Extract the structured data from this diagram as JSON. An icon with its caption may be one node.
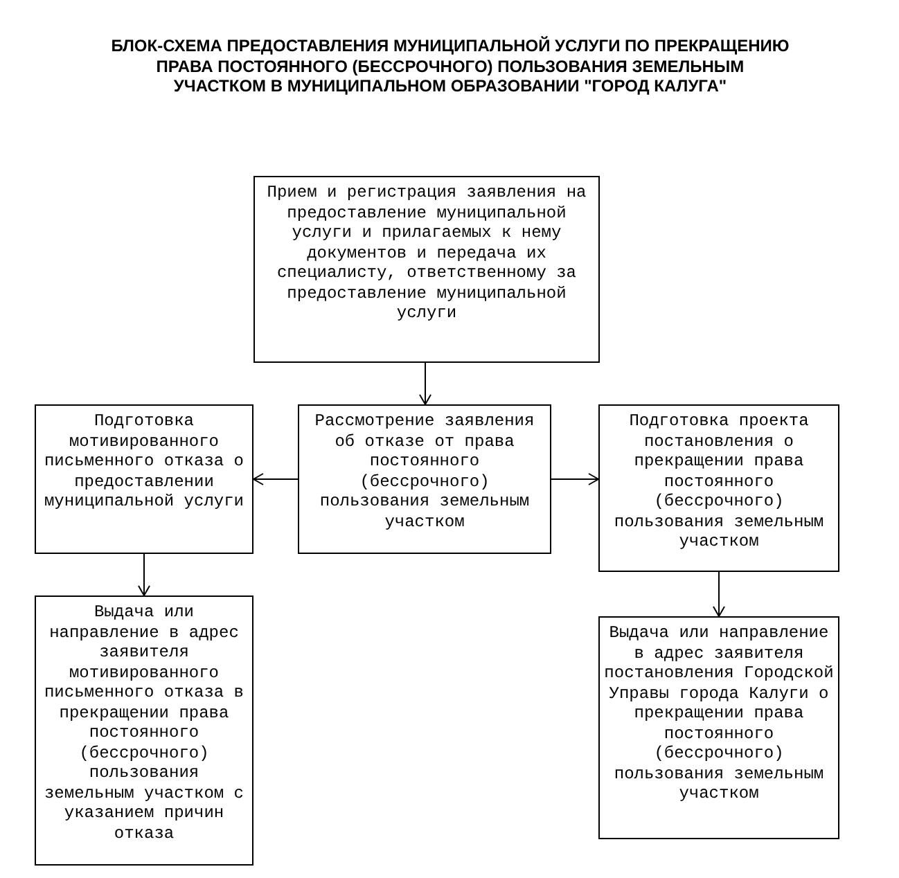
{
  "diagram": {
    "title": "БЛОК-СХЕМА ПРЕДОСТАВЛЕНИЯ МУНИЦИПАЛЬНОЙ УСЛУГИ ПО ПРЕКРАЩЕНИЮ ПРАВА ПОСТОЯННОГО (БЕССРОЧНОГО) ПОЛЬЗОВАНИЯ ЗЕМЕЛЬНЫМ УЧАСТКОМ В МУНИЦИПАЛЬНОМ ОБРАЗОВАНИИ \"ГОРОД КАЛУГА\"",
    "nodes": [
      {
        "text": [
          "Прием и регистрация заявления на предоставление муниципальной услуги и прилагаемых к нему документов и передача их специалисту, ответственному за предоставление муниципальной услуги"
        ]
      },
      {
        "text": [
          "Рассмотрение заявления об отказе от права постоянного (бессрочного) пользования земельным участком"
        ]
      },
      {
        "text": [
          "Подготовка мотивированного письменного отказа о предоставлении муниципальной услуги"
        ]
      },
      {
        "text": [
          "Подготовка проекта постановления о прекращении права постоянного (бессрочного) пользования земельным участком"
        ]
      },
      {
        "text": [
          "Выдача или направление в адрес заявителя мотивированного письменного отказа в прекращении права постоянного (бессрочного) пользования земельным участком с указанием причин отказа"
        ]
      },
      {
        "text": [
          "Выдача или направление в адрес заявителя постановления Городской Управы города Калуги о прекращении права постоянного (бессрочного) пользования земельным участком"
        ]
      }
    ],
    "edges": [
      {
        "from": 0,
        "to": 1,
        "arrow": "to"
      },
      {
        "from": 1,
        "to": 2,
        "arrow": "to"
      },
      {
        "from": 1,
        "to": 3,
        "arrow": "to"
      },
      {
        "from": 2,
        "to": 4,
        "arrow": "to"
      },
      {
        "from": 3,
        "to": 5,
        "arrow": "to"
      }
    ]
  }
}
